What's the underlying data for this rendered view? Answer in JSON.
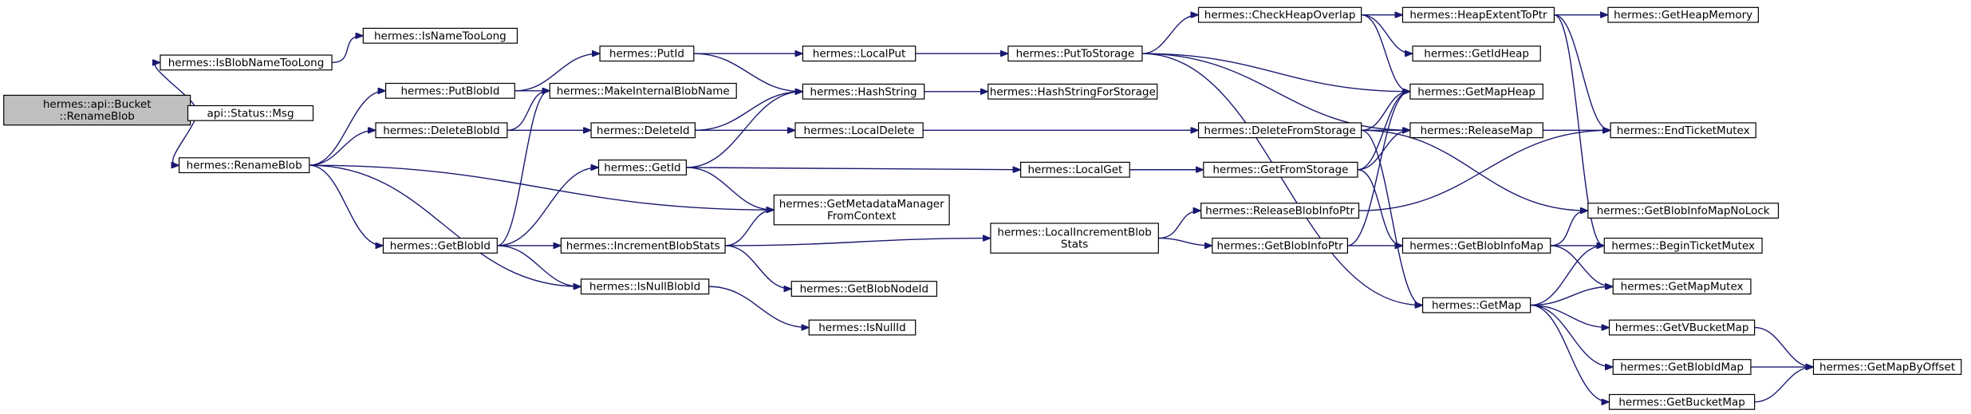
{
  "diagram": {
    "nodes": [
      {
        "id": "rename_root",
        "lines": [
          "hermes::api::Bucket",
          "::RenameBlob"
        ],
        "root": true
      },
      {
        "id": "is_blob_name_too_long",
        "lines": [
          "hermes::IsBlobNameTooLong"
        ]
      },
      {
        "id": "is_name_too_long",
        "lines": [
          "hermes::IsNameTooLong"
        ]
      },
      {
        "id": "status_msg",
        "lines": [
          "api::Status::Msg"
        ]
      },
      {
        "id": "rename_blob",
        "lines": [
          "hermes::RenameBlob"
        ]
      },
      {
        "id": "put_blob_id",
        "lines": [
          "hermes::PutBlobId"
        ]
      },
      {
        "id": "make_internal_blob_name",
        "lines": [
          "hermes::MakeInternalBlobName"
        ]
      },
      {
        "id": "delete_blob_id",
        "lines": [
          "hermes::DeleteBlobId"
        ]
      },
      {
        "id": "get_blob_id",
        "lines": [
          "hermes::GetBlobId"
        ]
      },
      {
        "id": "put_id",
        "lines": [
          "hermes::PutId"
        ]
      },
      {
        "id": "delete_id",
        "lines": [
          "hermes::DeleteId"
        ]
      },
      {
        "id": "get_id",
        "lines": [
          "hermes::GetId"
        ]
      },
      {
        "id": "get_metadata_manager",
        "lines": [
          "hermes::GetMetadataManager",
          "FromContext"
        ]
      },
      {
        "id": "increment_blob_stats",
        "lines": [
          "hermes::IncrementBlobStats"
        ]
      },
      {
        "id": "is_null_blob_id",
        "lines": [
          "hermes::IsNullBlobId"
        ]
      },
      {
        "id": "local_put",
        "lines": [
          "hermes::LocalPut"
        ]
      },
      {
        "id": "hash_string",
        "lines": [
          "hermes::HashString"
        ]
      },
      {
        "id": "local_delete",
        "lines": [
          "hermes::LocalDelete"
        ]
      },
      {
        "id": "get_blob_node_id",
        "lines": [
          "hermes::GetBlobNodeId"
        ]
      },
      {
        "id": "is_null_id",
        "lines": [
          "hermes::IsNullId"
        ]
      },
      {
        "id": "put_to_storage",
        "lines": [
          "hermes::PutToStorage"
        ]
      },
      {
        "id": "hash_string_for_storage",
        "lines": [
          "hermes::HashStringForStorage"
        ]
      },
      {
        "id": "local_get",
        "lines": [
          "hermes::LocalGet"
        ]
      },
      {
        "id": "local_increment_blob_stats",
        "lines": [
          "hermes::LocalIncrementBlob",
          "Stats"
        ]
      },
      {
        "id": "check_heap_overlap",
        "lines": [
          "hermes::CheckHeapOverlap"
        ]
      },
      {
        "id": "delete_from_storage",
        "lines": [
          "hermes::DeleteFromStorage"
        ]
      },
      {
        "id": "get_from_storage",
        "lines": [
          "hermes::GetFromStorage"
        ]
      },
      {
        "id": "release_blob_info_ptr",
        "lines": [
          "hermes::ReleaseBlobInfoPtr"
        ]
      },
      {
        "id": "get_blob_info_ptr",
        "lines": [
          "hermes::GetBlobInfoPtr"
        ]
      },
      {
        "id": "heap_extent_to_ptr",
        "lines": [
          "hermes::HeapExtentToPtr"
        ]
      },
      {
        "id": "get_id_heap",
        "lines": [
          "hermes::GetIdHeap"
        ]
      },
      {
        "id": "get_map_heap",
        "lines": [
          "hermes::GetMapHeap"
        ]
      },
      {
        "id": "release_map",
        "lines": [
          "hermes::ReleaseMap"
        ]
      },
      {
        "id": "get_blob_info_map",
        "lines": [
          "hermes::GetBlobInfoMap"
        ]
      },
      {
        "id": "get_map",
        "lines": [
          "hermes::GetMap"
        ]
      },
      {
        "id": "get_heap_memory",
        "lines": [
          "hermes::GetHeapMemory"
        ]
      },
      {
        "id": "end_ticket_mutex",
        "lines": [
          "hermes::EndTicketMutex"
        ]
      },
      {
        "id": "get_blob_info_map_no_lock",
        "lines": [
          "hermes::GetBlobInfoMapNoLock"
        ]
      },
      {
        "id": "begin_ticket_mutex",
        "lines": [
          "hermes::BeginTicketMutex"
        ]
      },
      {
        "id": "get_map_mutex",
        "lines": [
          "hermes::GetMapMutex"
        ]
      },
      {
        "id": "get_vbucket_map",
        "lines": [
          "hermes::GetVBucketMap"
        ]
      },
      {
        "id": "get_blob_id_map",
        "lines": [
          "hermes::GetBlobIdMap"
        ]
      },
      {
        "id": "get_bucket_map",
        "lines": [
          "hermes::GetBucketMap"
        ]
      },
      {
        "id": "get_map_by_offset",
        "lines": [
          "hermes::GetMapByOffset"
        ]
      }
    ],
    "edges": [
      [
        "rename_root",
        "is_blob_name_too_long"
      ],
      [
        "rename_root",
        "status_msg"
      ],
      [
        "rename_root",
        "rename_blob"
      ],
      [
        "is_blob_name_too_long",
        "is_name_too_long"
      ],
      [
        "rename_blob",
        "put_blob_id"
      ],
      [
        "rename_blob",
        "delete_blob_id"
      ],
      [
        "rename_blob",
        "get_blob_id"
      ],
      [
        "rename_blob",
        "get_metadata_manager"
      ],
      [
        "rename_blob",
        "is_null_blob_id"
      ],
      [
        "put_blob_id",
        "put_id"
      ],
      [
        "put_blob_id",
        "make_internal_blob_name"
      ],
      [
        "delete_blob_id",
        "make_internal_blob_name"
      ],
      [
        "delete_blob_id",
        "delete_id"
      ],
      [
        "get_blob_id",
        "make_internal_blob_name"
      ],
      [
        "get_blob_id",
        "get_id"
      ],
      [
        "get_blob_id",
        "increment_blob_stats"
      ],
      [
        "get_blob_id",
        "is_null_blob_id"
      ],
      [
        "put_id",
        "local_put"
      ],
      [
        "put_id",
        "hash_string"
      ],
      [
        "delete_id",
        "hash_string"
      ],
      [
        "delete_id",
        "local_delete"
      ],
      [
        "get_id",
        "hash_string"
      ],
      [
        "get_id",
        "local_get"
      ],
      [
        "get_id",
        "get_metadata_manager"
      ],
      [
        "increment_blob_stats",
        "get_metadata_manager"
      ],
      [
        "increment_blob_stats",
        "local_increment_blob_stats"
      ],
      [
        "increment_blob_stats",
        "get_blob_node_id"
      ],
      [
        "is_null_blob_id",
        "is_null_id"
      ],
      [
        "local_put",
        "put_to_storage"
      ],
      [
        "hash_string",
        "hash_string_for_storage"
      ],
      [
        "local_delete",
        "delete_from_storage"
      ],
      [
        "local_get",
        "get_from_storage"
      ],
      [
        "local_increment_blob_stats",
        "release_blob_info_ptr"
      ],
      [
        "local_increment_blob_stats",
        "get_blob_info_ptr"
      ],
      [
        "put_to_storage",
        "check_heap_overlap"
      ],
      [
        "put_to_storage",
        "get_map_heap"
      ],
      [
        "put_to_storage",
        "release_map"
      ],
      [
        "put_to_storage",
        "get_map"
      ],
      [
        "check_heap_overlap",
        "heap_extent_to_ptr"
      ],
      [
        "check_heap_overlap",
        "get_id_heap"
      ],
      [
        "check_heap_overlap",
        "get_map_heap"
      ],
      [
        "delete_from_storage",
        "get_map_heap"
      ],
      [
        "delete_from_storage",
        "release_map"
      ],
      [
        "delete_from_storage",
        "get_blob_info_map_no_lock"
      ],
      [
        "delete_from_storage",
        "get_map"
      ],
      [
        "get_from_storage",
        "get_map_heap"
      ],
      [
        "get_from_storage",
        "release_map"
      ],
      [
        "get_from_storage",
        "get_blob_info_map"
      ],
      [
        "release_blob_info_ptr",
        "end_ticket_mutex"
      ],
      [
        "get_blob_info_ptr",
        "get_map_heap"
      ],
      [
        "get_blob_info_ptr",
        "get_blob_info_map"
      ],
      [
        "heap_extent_to_ptr",
        "get_heap_memory"
      ],
      [
        "heap_extent_to_ptr",
        "end_ticket_mutex"
      ],
      [
        "heap_extent_to_ptr",
        "begin_ticket_mutex"
      ],
      [
        "release_map",
        "end_ticket_mutex"
      ],
      [
        "get_blob_info_map",
        "get_blob_info_map_no_lock"
      ],
      [
        "get_blob_info_map",
        "begin_ticket_mutex"
      ],
      [
        "get_blob_info_map",
        "get_map_mutex"
      ],
      [
        "get_map",
        "begin_ticket_mutex"
      ],
      [
        "get_map",
        "get_map_mutex"
      ],
      [
        "get_map",
        "get_vbucket_map"
      ],
      [
        "get_map",
        "get_blob_id_map"
      ],
      [
        "get_map",
        "get_bucket_map"
      ],
      [
        "get_vbucket_map",
        "get_map_by_offset"
      ],
      [
        "get_blob_id_map",
        "get_map_by_offset"
      ],
      [
        "get_bucket_map",
        "get_map_by_offset"
      ]
    ]
  }
}
